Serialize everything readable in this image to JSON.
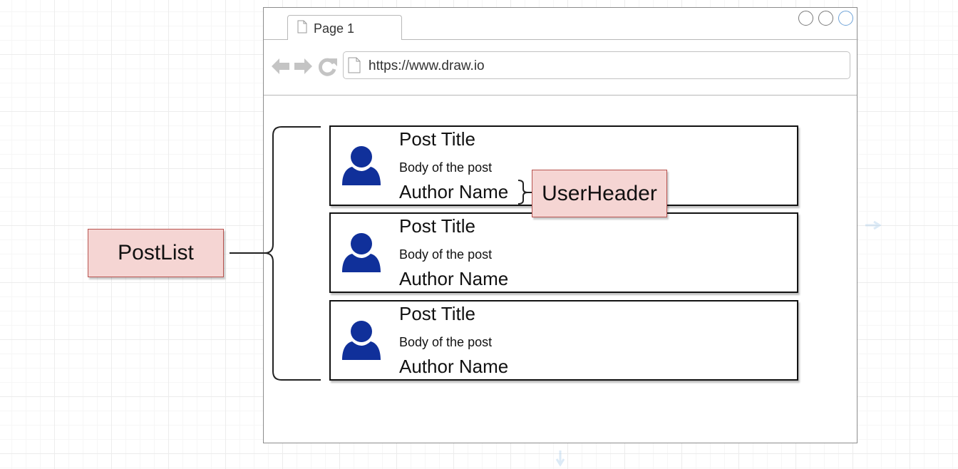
{
  "browser": {
    "tab_label": "Page 1",
    "url": "https://www.draw.io"
  },
  "icons": {
    "tab": "document-icon",
    "back": "back-arrow-icon",
    "forward": "forward-arrow-icon",
    "refresh": "refresh-icon",
    "address": "document-icon",
    "avatar": "user-avatar-icon"
  },
  "posts": [
    {
      "title": "Post Title",
      "body": "Body of the post",
      "author": "Author Name"
    },
    {
      "title": "Post Title",
      "body": "Body of the post",
      "author": "Author Name"
    },
    {
      "title": "Post Title",
      "body": "Body of the post",
      "author": "Author Name"
    }
  ],
  "labels": {
    "post_list": "PostList",
    "user_header": "UserHeader"
  },
  "colors": {
    "avatar": "#10309a",
    "label_fill": "#f5d5d3",
    "label_border": "#b85450"
  }
}
